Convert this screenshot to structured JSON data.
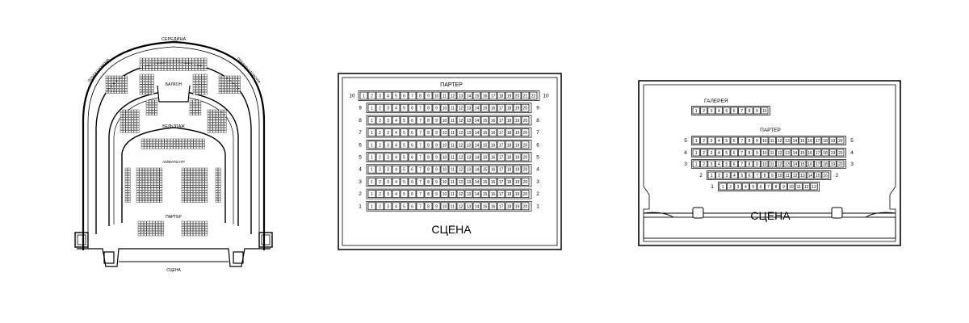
{
  "hall1": {
    "label_top": "СЕРЕДИНА",
    "label_left": "ЛЕВАЯ СТОРОНА",
    "label_right": "ПРАВАЯ СТОРОНА",
    "label_balcony": "БАЛКОН",
    "label_beletage": "БЕЛЬЭТАЖ",
    "label_amphi": "АМФИТЕАТР",
    "label_parter": "ПАРТЕР",
    "label_stage": "СЦЕНА"
  },
  "hall2": {
    "label_parter": "ПАРТЕР",
    "label_stage": "СЦЕНА",
    "rows": [
      {
        "row": "10",
        "seats": 22
      },
      {
        "row": "9",
        "seats": 20
      },
      {
        "row": "8",
        "seats": 20
      },
      {
        "row": "7",
        "seats": 20
      },
      {
        "row": "6",
        "seats": 20
      },
      {
        "row": "5",
        "seats": 20
      },
      {
        "row": "4",
        "seats": 20
      },
      {
        "row": "3",
        "seats": 20
      },
      {
        "row": "2",
        "seats": 20
      },
      {
        "row": "1",
        "seats": 20
      }
    ]
  },
  "hall3": {
    "label_gallery": "ГАЛЕРЕЯ",
    "label_parter": "ПАРТЕР",
    "label_stage": "СЦЕНА",
    "gallery_seats": 10,
    "rows": [
      {
        "row": "5",
        "seats": 20,
        "label_both": true
      },
      {
        "row": "4",
        "seats": 20,
        "label_both": true
      },
      {
        "row": "3",
        "seats": 20,
        "label_both": true
      },
      {
        "row": "2",
        "seats": 16,
        "label_both": true
      },
      {
        "row": "1",
        "seats": 13,
        "label_both": false
      }
    ]
  }
}
